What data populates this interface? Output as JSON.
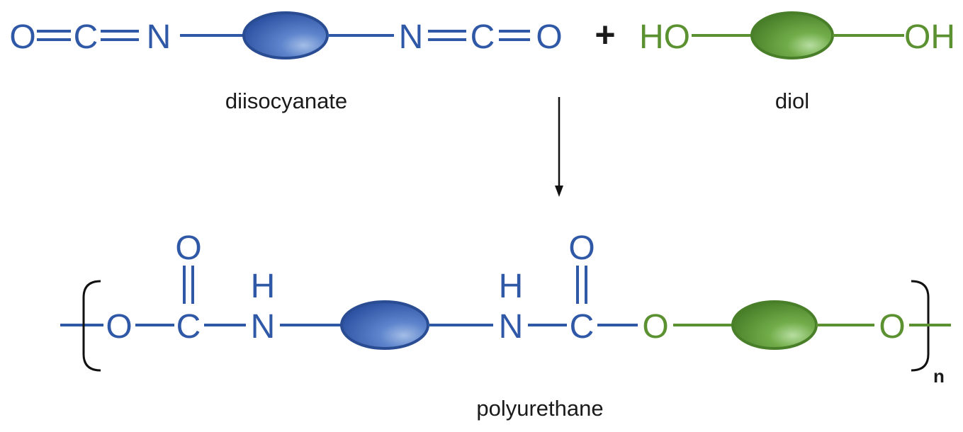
{
  "colors": {
    "diisocyanate": "#2f58a6",
    "diol": "#5b9130",
    "text": "#1a1a1a"
  },
  "reactant1": {
    "atoms": [
      "O",
      "C",
      "N",
      "N",
      "C",
      "O"
    ],
    "label": "diisocyanate"
  },
  "plus": "+",
  "reactant2": {
    "atoms": [
      "HO",
      "OH"
    ],
    "label": "diol"
  },
  "product": {
    "atoms": {
      "o1": "O",
      "c1": "C",
      "c1_carbonyl_o": "O",
      "n1": "N",
      "n1_h": "H",
      "n2": "N",
      "n2_h": "H",
      "c2": "C",
      "c2_carbonyl_o": "O",
      "o2": "O",
      "o3": "O"
    },
    "repeat_subscript": "n",
    "label": "polyurethane"
  }
}
